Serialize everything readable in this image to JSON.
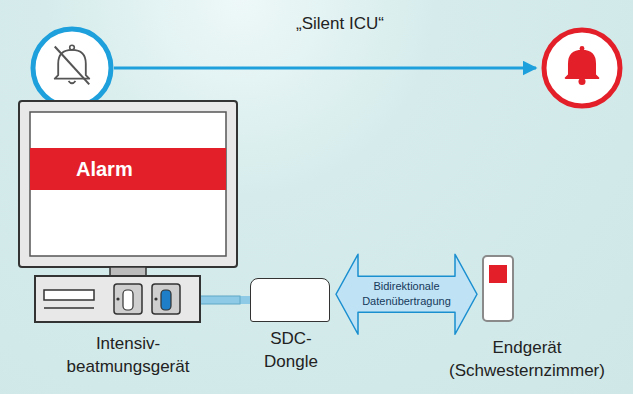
{
  "diagram": {
    "nodes": [
      {
        "text": [
          "Intensiv- beatmungsgerät"
        ]
      },
      {
        "text": [
          "Alarm"
        ],
        "in": 0
      },
      {
        "text": [
          "SDC- Dongle"
        ]
      },
      {
        "text": [
          "Endgerät (Schwesternzimmer)"
        ]
      }
    ],
    "edges": [
      {
        "from": 0,
        "to": 2,
        "arrow": "none"
      },
      {
        "from": 2,
        "to": 3,
        "arrow": "both",
        "label": "Bidirektionale Datenübertragung"
      }
    ],
    "labels": [
      "„Silent ICU“"
    ]
  }
}
